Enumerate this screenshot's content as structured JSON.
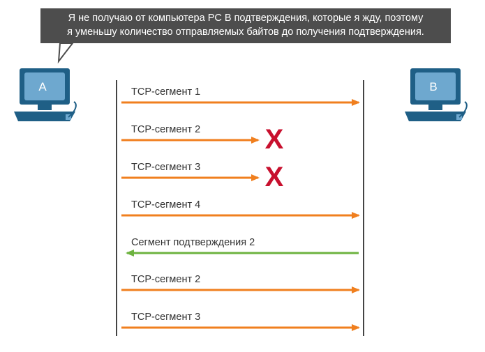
{
  "speech_bubble": {
    "line1": "Я не получаю от компьютера PC B подтверждения, которые я жду, поэтому",
    "line2": "я уменьшу количество отправляемых байтов до получения подтверждения."
  },
  "hosts": {
    "left": "A",
    "right": "B"
  },
  "messages": [
    {
      "label": "TCP-сегмент 1",
      "direction": "right",
      "lost": false
    },
    {
      "label": "TCP-сегмент 2",
      "direction": "right",
      "lost": true
    },
    {
      "label": "TCP-сегмент 3",
      "direction": "right",
      "lost": true
    },
    {
      "label": "TCP-сегмент 4",
      "direction": "right",
      "lost": false
    },
    {
      "label": "Сегмент подтверждения 2",
      "direction": "left",
      "lost": false
    },
    {
      "label": "TCP-сегмент 2",
      "direction": "right",
      "lost": false
    },
    {
      "label": "TCP-сегмент 3",
      "direction": "right",
      "lost": false
    }
  ],
  "lost_mark": "X",
  "colors": {
    "bubble": "#4d4d4d",
    "data_arrow": "#f07f1e",
    "ack_arrow": "#6db33f",
    "lost_mark": "#c8102e",
    "timeline": "#444444",
    "pc_screen_frame": "#1f5f86",
    "pc_screen": "#6ea8cf"
  }
}
